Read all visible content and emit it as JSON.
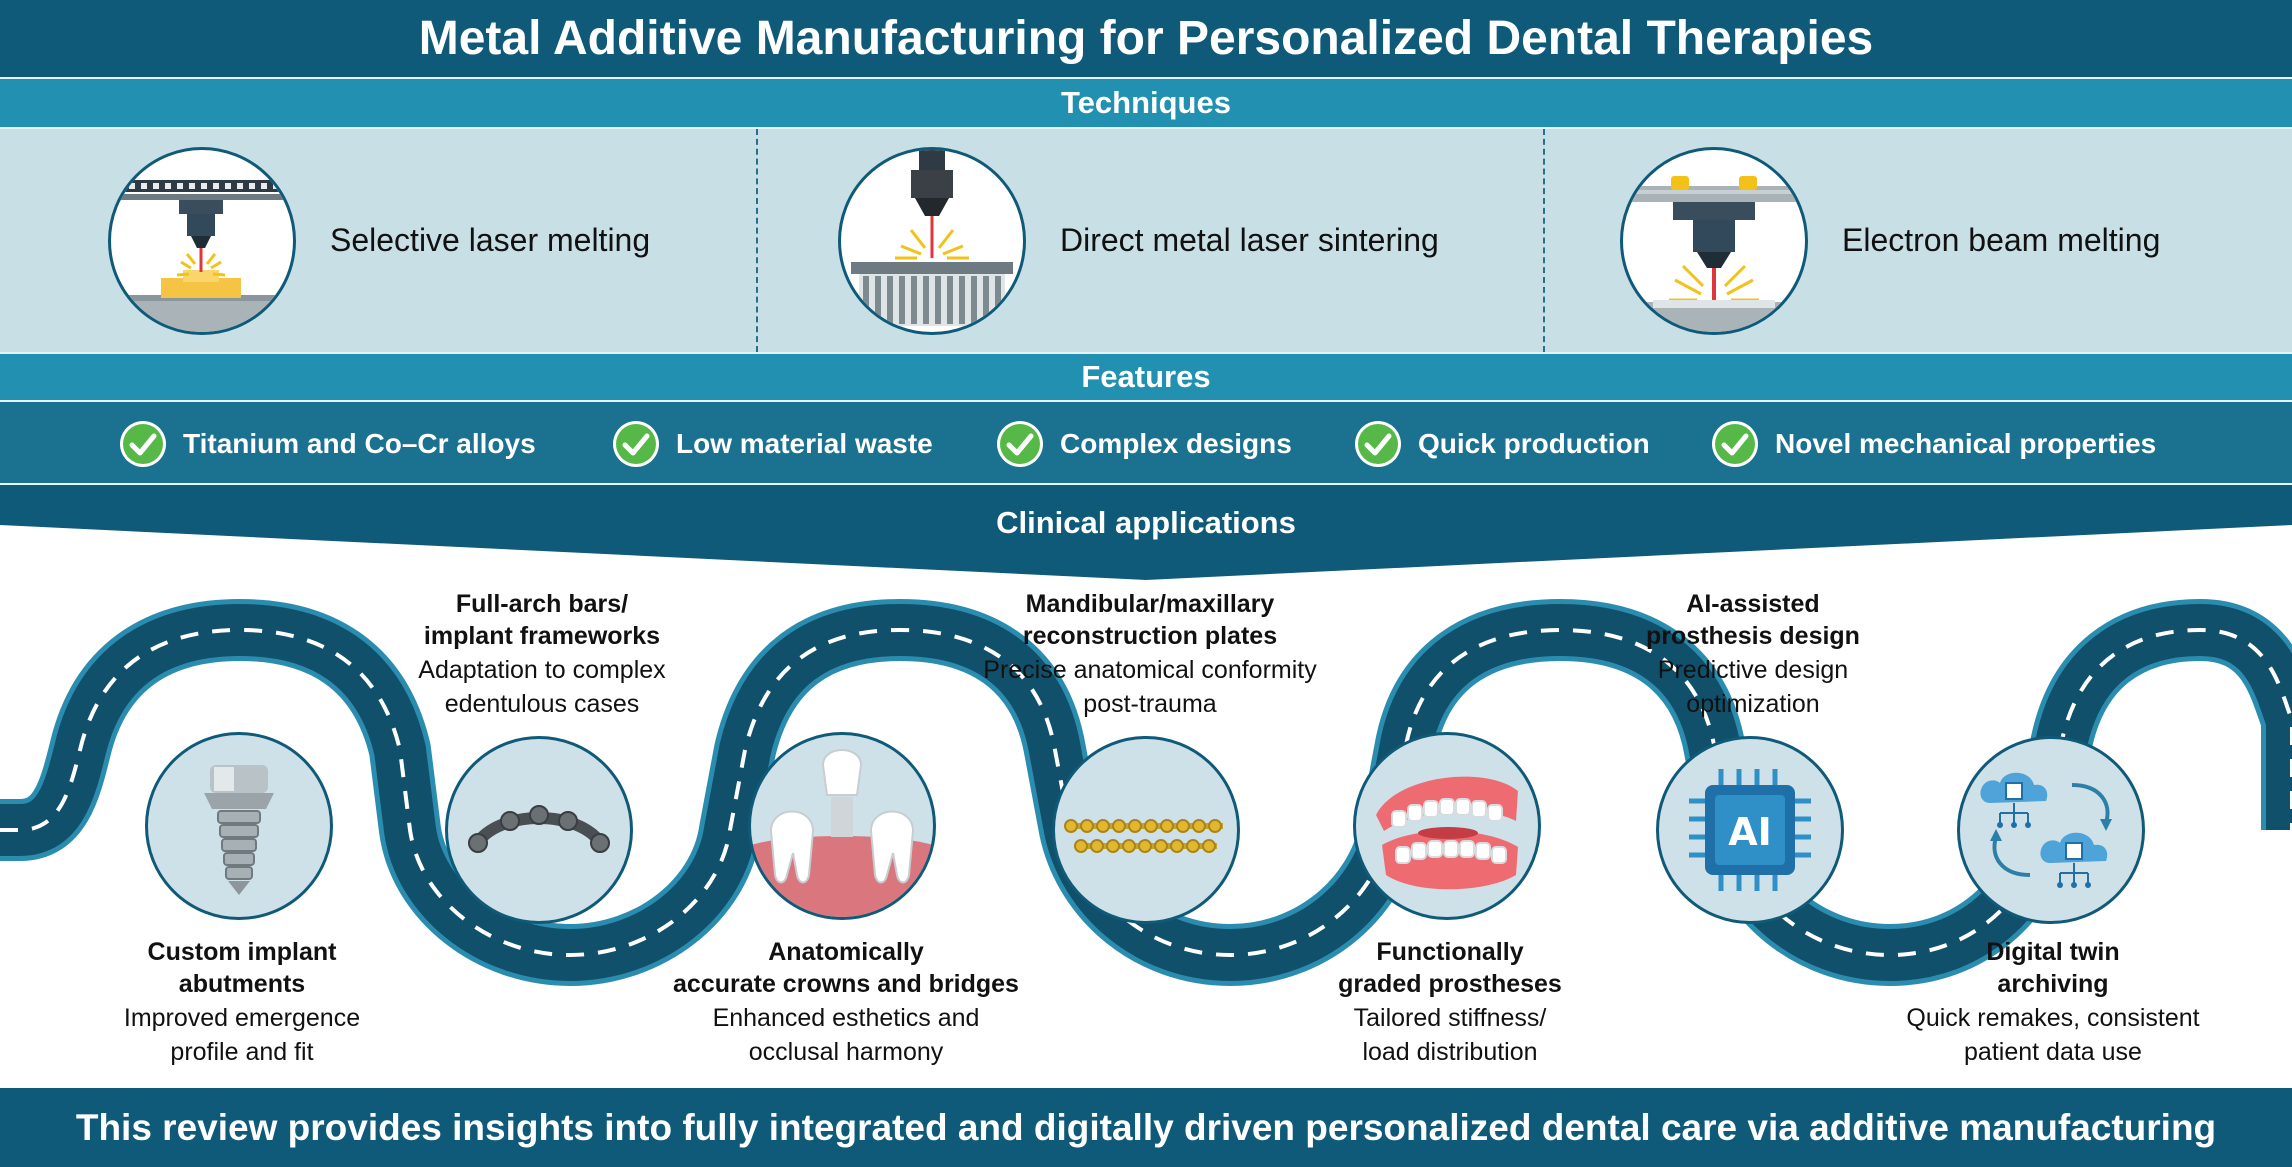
{
  "title": "Metal Additive Manufacturing for Personalized Dental Therapies",
  "techniques": {
    "heading": "Techniques",
    "items": [
      {
        "label": "Selective laser melting",
        "icon": "selective-laser-melting-icon"
      },
      {
        "label": "Direct metal laser sintering",
        "icon": "laser-sintering-icon"
      },
      {
        "label": "Electron beam melting",
        "icon": "electron-beam-icon"
      }
    ]
  },
  "features": {
    "heading": "Features",
    "items": [
      {
        "label": "Titanium and Co–Cr alloys"
      },
      {
        "label": "Low material waste"
      },
      {
        "label": "Complex designs"
      },
      {
        "label": "Quick production"
      },
      {
        "label": "Novel mechanical properties"
      }
    ]
  },
  "clinical": {
    "heading": "Clinical applications",
    "items": [
      {
        "title_1": "Custom implant",
        "title_2": "abutments",
        "desc_1": "Improved emergence",
        "desc_2": "profile and fit",
        "icon": "dental-implant-icon"
      },
      {
        "title_1": "Full-arch bars/",
        "title_2": "implant frameworks",
        "desc_1": "Adaptation to complex",
        "desc_2": "edentulous cases",
        "icon": "arch-bar-icon"
      },
      {
        "title_1": "Anatomically",
        "title_2": "accurate crowns and bridges",
        "desc_1": "Enhanced esthetics and",
        "desc_2": "occlusal harmony",
        "icon": "crown-bridge-icon"
      },
      {
        "title_1": "Mandibular/maxillary",
        "title_2": "reconstruction plates",
        "desc_1": "Precise anatomical conformity",
        "desc_2": "post-trauma",
        "icon": "reconstruction-plate-icon"
      },
      {
        "title_1": "Functionally",
        "title_2": "graded prostheses",
        "desc_1": "Tailored stiffness/",
        "desc_2": "load distribution",
        "icon": "denture-icon"
      },
      {
        "title_1": "AI-assisted",
        "title_2": "prosthesis design",
        "desc_1": "Predictive design",
        "desc_2": "optimization",
        "icon": "ai-chip-icon",
        "chip_text": "AI"
      },
      {
        "title_1": "Digital twin",
        "title_2": "archiving",
        "desc_1": "Quick remakes, consistent",
        "desc_2": "patient data use",
        "icon": "cloud-sync-icon"
      }
    ]
  },
  "footer": "This review provides insights into fully integrated and digitally driven personalized dental care via additive manufacturing",
  "colors": {
    "dark_teal": "#0f5a78",
    "mid_teal": "#1a7290",
    "light_teal": "#2290b0",
    "pale_blue": "#c9dfe6",
    "check_green": "#56b947",
    "road": "#11506b",
    "road_edge": "#2a8db0"
  }
}
